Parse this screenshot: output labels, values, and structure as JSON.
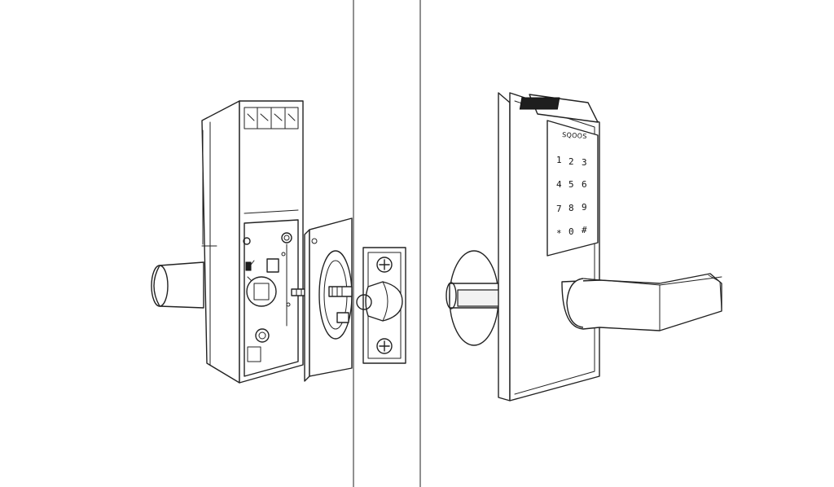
{
  "lock": {
    "brand": "SQOOS",
    "keypad": [
      "1",
      "2",
      "3",
      "4",
      "5",
      "6",
      "7",
      "8",
      "9",
      "*",
      "0",
      "#"
    ]
  },
  "colors": {
    "background": "#ffffff",
    "line": "#222222",
    "keypad_panel": "#1e1e1e"
  }
}
